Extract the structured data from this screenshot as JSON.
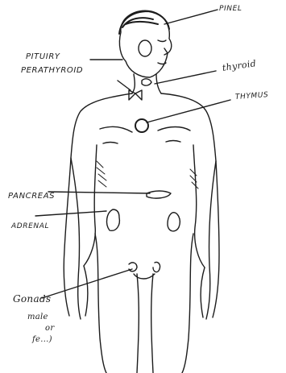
{
  "labels": {
    "pineal": "PINEL",
    "pituitary": "PITUIRY",
    "parathyroid": "PERATHYROID",
    "thyroid": "thyroid",
    "thymus": "THYMUS",
    "pancreas": "PANCREAS",
    "adrenal": "ADRENAL",
    "gonads": "Gonads",
    "gonads_sub1": "male",
    "gonads_sub2": "or",
    "gonads_sub3": "fe...)"
  },
  "colors": {
    "ink": "#1c1c1c",
    "paper": "#ffffff"
  }
}
